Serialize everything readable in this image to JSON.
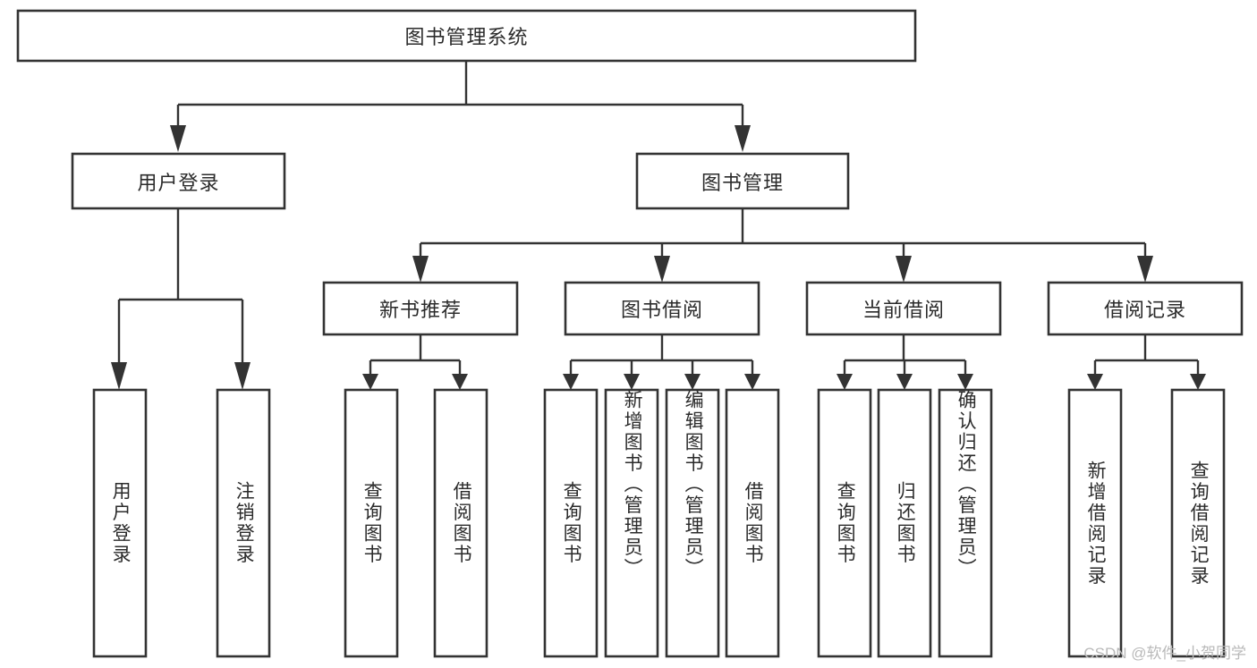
{
  "diagram": {
    "title": "图书管理系统",
    "type": "tree",
    "orientation": "top-down",
    "root": {
      "label": "图书管理系统"
    },
    "level1": [
      {
        "label": "用户登录"
      },
      {
        "label": "图书管理"
      }
    ],
    "level2": [
      {
        "label": "新书推荐",
        "parent": "图书管理"
      },
      {
        "label": "图书借阅",
        "parent": "图书管理"
      },
      {
        "label": "当前借阅",
        "parent": "图书管理"
      },
      {
        "label": "借阅记录",
        "parent": "图书管理"
      }
    ],
    "leaves": {
      "用户登录": [
        {
          "label": "用户登录"
        },
        {
          "label": "注销登录"
        }
      ],
      "新书推荐": [
        {
          "label": "查询图书"
        },
        {
          "label": "借阅图书"
        }
      ],
      "图书借阅": [
        {
          "label": "查询图书"
        },
        {
          "label": "新增图书（管理员）"
        },
        {
          "label": "编辑图书（管理员）"
        },
        {
          "label": "借阅图书"
        }
      ],
      "当前借阅": [
        {
          "label": "查询图书"
        },
        {
          "label": "归还图书"
        },
        {
          "label": "确认归还（管理员）"
        }
      ],
      "借阅记录": [
        {
          "label": "新增借阅记录"
        },
        {
          "label": "查询借阅记录"
        }
      ]
    }
  },
  "watermark": {
    "text": "CSDN @软件_小贺同学"
  },
  "colors": {
    "stroke": "#333333",
    "fill": "#ffffff",
    "text": "#2b2b2b",
    "watermark": "#b9b9b9"
  }
}
